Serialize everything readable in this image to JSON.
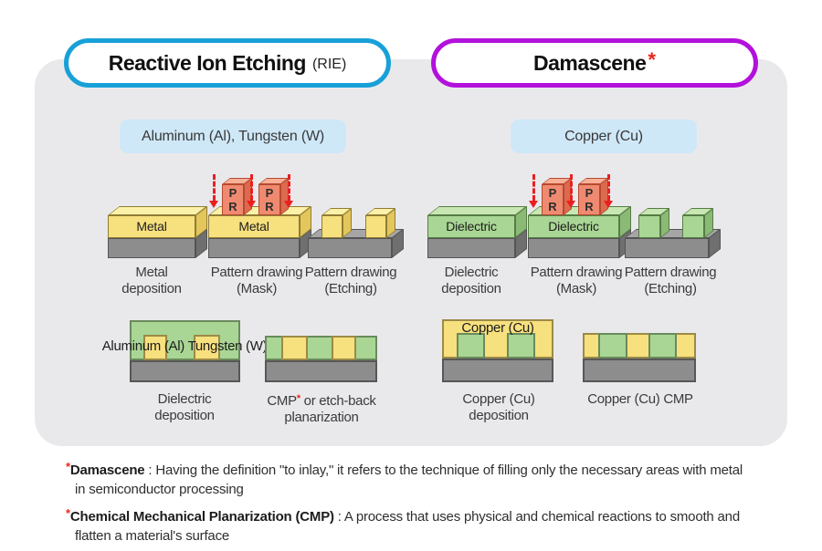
{
  "colors": {
    "panel_bg": "#e9e9ec",
    "rie_pill_border": "#18a0d8",
    "damascene_pill_border": "#b211db",
    "material_chip_bg": "#cfe8f8",
    "metal_yellow": "#f7e07e",
    "dielectric_green": "#a9d694",
    "substrate_gray": "#8d8d8d",
    "photoresist_orange": "#ef8a70",
    "etch_arrow_red": "#ea1f1f",
    "asterisk_red": "#e8251c"
  },
  "header": {
    "rie": {
      "label": "Reactive Ion Etching",
      "suffix": "(RIE)"
    },
    "damascene": {
      "label": "Damascene",
      "asterisk": "*"
    }
  },
  "materials": {
    "left": "Aluminum (Al), Tungsten (W)",
    "right": "Copper (Cu)"
  },
  "rie": {
    "step1": {
      "block_label": "Metal",
      "cap1": "Metal",
      "cap2": "deposition"
    },
    "step2": {
      "block_label": "Metal",
      "pr_top": "P",
      "pr_bottom": "R",
      "cap1": "Pattern drawing",
      "cap2": "(Mask)"
    },
    "step3": {
      "cap1": "Pattern drawing",
      "cap2": "(Etching)"
    },
    "step4": {
      "overlay": "Aluminum (Al) Tungsten (W)",
      "cap1": "Dielectric",
      "cap2": "deposition"
    },
    "step5": {
      "cap1a": "CMP",
      "cap1b": "*",
      "cap1c": " or etch-back",
      "cap2": "planarization"
    }
  },
  "damascene": {
    "step1": {
      "block_label": "Dielectric",
      "cap1": "Dielectric",
      "cap2": "deposition"
    },
    "step2": {
      "block_label": "Dielectric",
      "pr_top": "P",
      "pr_bottom": "R",
      "cap1": "Pattern drawing",
      "cap2": "(Mask)"
    },
    "step3": {
      "cap1": "Pattern drawing",
      "cap2": "(Etching)"
    },
    "step4": {
      "overlay": "Copper (Cu)",
      "cap1": "Copper (Cu)",
      "cap2": "deposition"
    },
    "step5": {
      "cap1": "Copper (Cu) CMP"
    }
  },
  "footnotes": [
    {
      "mark": "*",
      "term": "Damascene",
      "text": " : Having the definition \"to inlay,\" it refers to the technique of filling only the necessary areas with metal in semiconductor processing"
    },
    {
      "mark": "*",
      "term": "Chemical Mechanical Planarization (CMP)",
      "text": " : A process that uses physical and chemical reactions to smooth and flatten a material's surface"
    }
  ]
}
